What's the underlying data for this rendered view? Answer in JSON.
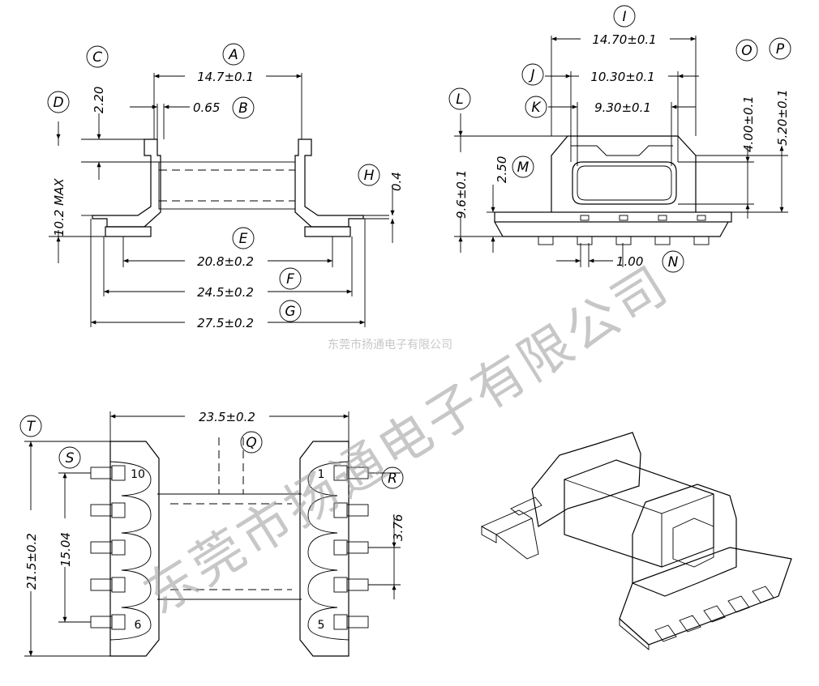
{
  "labels": {
    "A": "A",
    "B": "B",
    "C": "C",
    "D": "D",
    "E": "E",
    "F": "F",
    "G": "G",
    "H": "H",
    "I": "I",
    "J": "J",
    "K": "K",
    "L": "L",
    "M": "M",
    "N": "N",
    "O": "O",
    "P": "P",
    "Q": "Q",
    "R": "R",
    "S": "S",
    "T": "T"
  },
  "front_view": {
    "dim_A": "14.7±0.1",
    "dim_B": "0.65",
    "dim_C": "2.20",
    "dim_D": "10.2  MAX",
    "dim_E": "20.8±0.2",
    "dim_F": "24.5±0.2",
    "dim_G": "27.5±0.2",
    "dim_H": "0.4"
  },
  "side_view": {
    "dim_I": "14.70±0.1",
    "dim_J": "10.30±0.1",
    "dim_K": "9.30±0.1",
    "dim_L": "9.6±0.1",
    "dim_M": "2.50",
    "dim_N": "1.00",
    "dim_O": "4.00±0.1",
    "dim_P": "5.20±0.1"
  },
  "top_view": {
    "dim_Q": "23.5±0.2",
    "dim_R": "3.76",
    "dim_S": "15.04",
    "dim_T": "21.5±0.2",
    "pin_10": "10",
    "pin_6": "6",
    "pin_1": "1",
    "pin_5": "5"
  },
  "watermark": {
    "large": "东莞市扬通电子有限公司",
    "small": "东莞市扬通电子有限公司"
  }
}
